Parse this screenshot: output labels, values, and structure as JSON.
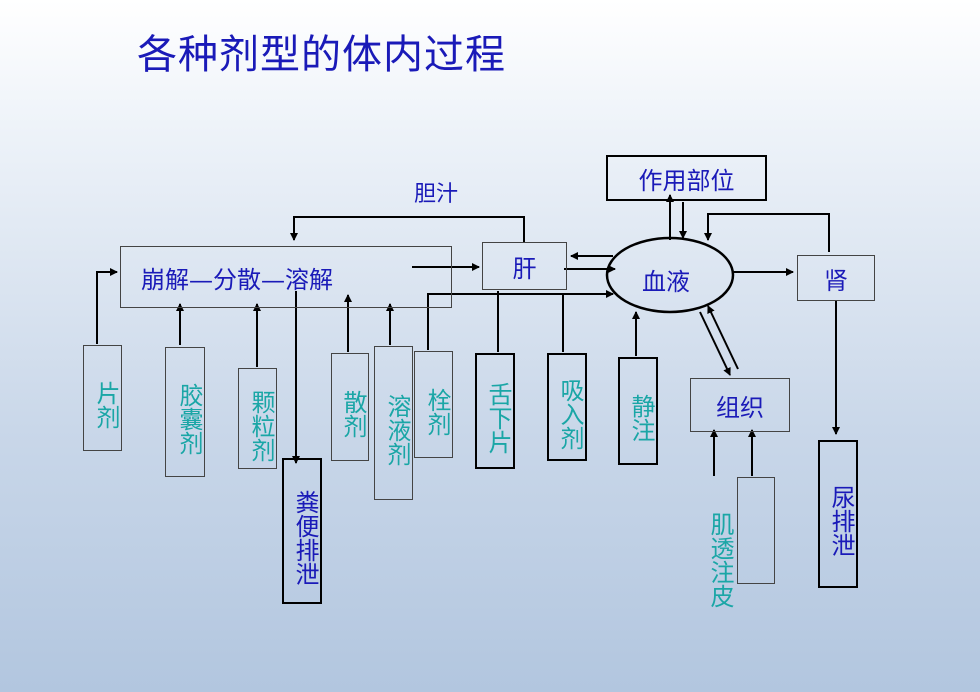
{
  "title": "各种剂型的体内过程",
  "labels": {
    "bile": "胆汁",
    "action_site": "作用部位",
    "dissolution": "崩解—分散—溶解",
    "liver": "肝",
    "blood": "血液",
    "kidney": "肾",
    "tissue": "组织"
  },
  "dosage_forms": {
    "tablet": "片剂",
    "capsule": "胶囊剂",
    "granule": "颗粒剂",
    "feces": "粪便排泄",
    "powder": "散剂",
    "solution": "溶液剂",
    "suppository": "栓剂",
    "sublingual": "舌下片",
    "inhalant": "吸入剂",
    "iv": "静注",
    "im_sc": "肌透注皮",
    "urine": "尿排泄"
  },
  "colors": {
    "title": "#1a1ab8",
    "label_navy": "#1a1ab8",
    "label_teal": "#1aa6a6",
    "arrow": "#000000"
  }
}
